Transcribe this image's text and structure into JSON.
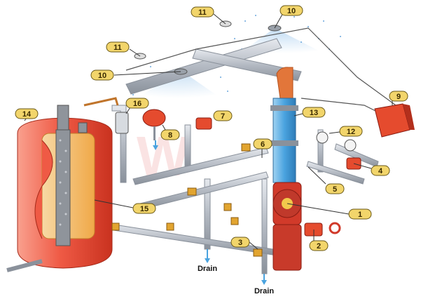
{
  "callouts": {
    "c1": "1",
    "c2": "2",
    "c3": "3",
    "c4": "4",
    "c5": "5",
    "c6": "6",
    "c7": "7",
    "c8": "8",
    "c9": "9",
    "c10a": "10",
    "c10b": "10",
    "c11a": "11",
    "c11b": "11",
    "c12": "12",
    "c13": "13",
    "c14": "14",
    "c15": "15",
    "c16": "16"
  },
  "drains": {
    "left": "Drain",
    "bottom": "Drain"
  },
  "colors": {
    "pipe": "#b9bec6",
    "tank": "#e8483a",
    "valve": "#c0392b",
    "callout_fill": "#f2d56b",
    "water": "#4aa3df",
    "device": "#e54b2e"
  }
}
